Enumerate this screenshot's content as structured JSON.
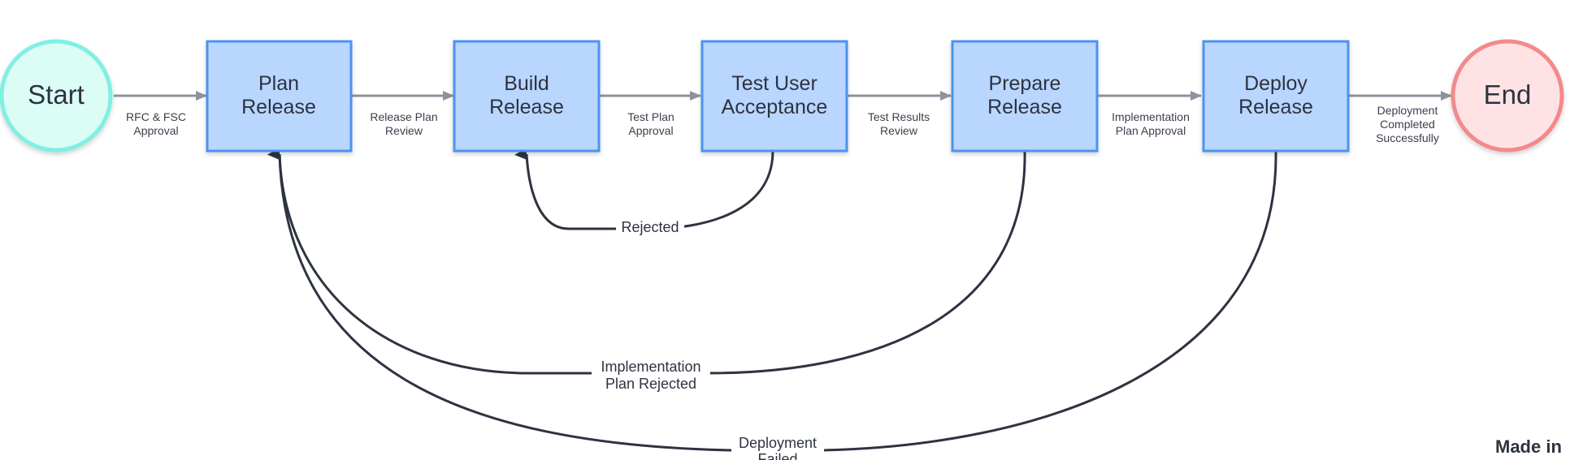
{
  "diagram": {
    "start": {
      "label": "Start",
      "fill": "#dbfdf6",
      "stroke": "#7ff0e2"
    },
    "end": {
      "label": "End",
      "fill": "#ffe3e4",
      "stroke": "#f28a8c"
    },
    "process_style": {
      "fill": "#b9d6ff",
      "stroke": "#4b94ef"
    },
    "steps": [
      {
        "line1": "Plan",
        "line2": "Release"
      },
      {
        "line1": "Build",
        "line2": "Release"
      },
      {
        "line1": "Test User",
        "line2": "Acceptance"
      },
      {
        "line1": "Prepare",
        "line2": "Release"
      },
      {
        "line1": "Deploy",
        "line2": "Release"
      }
    ],
    "transitions": [
      {
        "line1": "RFC & FSC",
        "line2": "Approval"
      },
      {
        "line1": "Release Plan",
        "line2": "Review"
      },
      {
        "line1": "Test Plan",
        "line2": "Approval"
      },
      {
        "line1": "Test Results",
        "line2": "Review"
      },
      {
        "line1": "Implementation",
        "line2": "Plan Approval"
      },
      {
        "line1": "Deployment",
        "line2": "Completed",
        "line3": "Successfully"
      }
    ],
    "loops": [
      {
        "line1": "Rejected"
      },
      {
        "line1": "Implementation",
        "line2": "Plan Rejected"
      },
      {
        "line1": "Deployment",
        "line2": "Failed"
      }
    ],
    "connector_color": "#8c939e",
    "loop_color": "#2d3340"
  },
  "watermark": "Made in"
}
